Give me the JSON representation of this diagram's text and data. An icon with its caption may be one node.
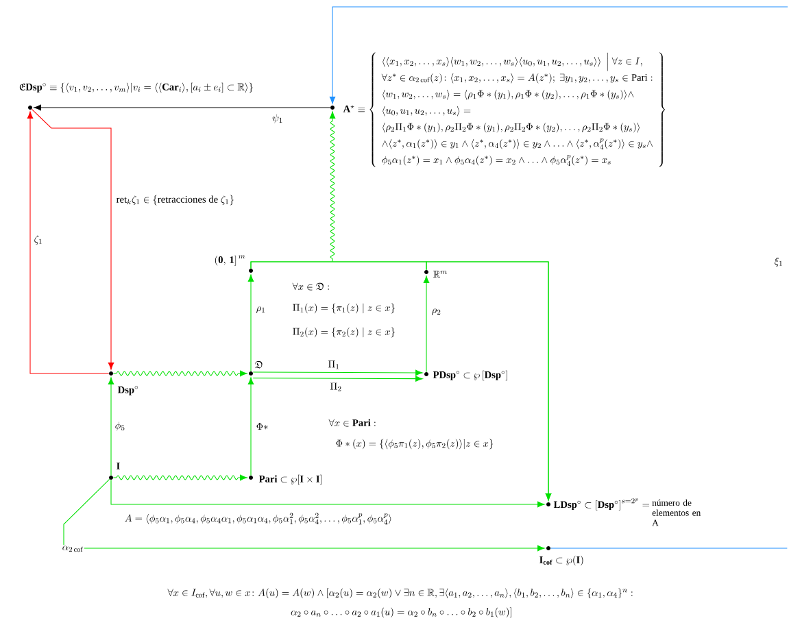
{
  "diagram": {
    "nodes": [
      {
        "text": [
          "\\mathfrak{E}\\mathbf{Dsp}^{\\circ}\\equiv\\left\\{\\left\\langle v_{1},v_{2},\\ldots,v_{m}\\right\\rangle \\middle| v_{i}=\\left\\langle\\langle\\mathbf{Car}_{i}\\rangle,[a_{i}\\pm e_{i}]\\subset\\mathbb{R}\\right\\rangle\\right\\}"
        ]
      },
      {
        "text": [
          "\\mathbf{A}^{\\star}\\equiv\\left\\{\\begin{array}{l}\\left\\langle\\langle x_1,x_2,\\ldots,x_s\\rangle\\langle w_1,w_2,\\ldots,w_s\\rangle\\langle u_0,u_1,u_2,\\ldots,u_s\\rangle\\right\\rangle\\;\\Big|\\;\\forall z\\in I,\\\\[5pt] \\forall z^{*}\\in\\alpha_{2\\,\\mathrm{cof}}(z)\\colon\\langle x_1,x_2,\\ldots,x_s\\rangle=A(z^{*});\\ \\exists y_1,y_2,\\ldots,y_s\\in\\mathrm{Pari}:\\\\[5pt] \\langle w_1,w_2,\\ldots,w_s\\rangle=\\langle\\rho_1\\Phi\\ast(y_1),\\rho_1\\Phi\\ast(y_2),\\ldots,\\rho_1\\Phi\\ast(y_s)\\rangle\\wedge\\\\[5pt] \\langle u_0,u_1,u_2,\\ldots,u_s\\rangle=\\\\[5pt] \\langle\\rho_2\\Pi_1\\Phi\\ast(y_1),\\rho_2\\Pi_2\\Phi\\ast(y_1),\\rho_2\\Pi_2\\Phi\\ast(y_2),\\ldots,\\rho_2\\Pi_2\\Phi\\ast(y_s)\\rangle\\\\[5pt] \\wedge\\langle z^{*},\\alpha_1(z^{*})\\rangle\\in y_1\\wedge\\langle z^{*},\\alpha_4(z^{*})\\rangle\\in y_2\\wedge\\ldots\\wedge\\langle z^{*},\\alpha_4^{p}(z^{*})\\rangle\\in y_s\\wedge\\\\[5pt] \\phi_5\\alpha_1(z^{*})=x_1\\wedge\\phi_5\\alpha_4(z^{*})=x_2\\wedge\\ldots\\wedge\\phi_5\\alpha_4^{p}(z^{*})=x_s\\end{array}\\right\\}"
        ]
      },
      {
        "text": [
          "\\mathbf{Dsp}^{\\circ}"
        ]
      },
      {
        "text": [
          "\\mathfrak{D}"
        ]
      },
      {
        "text": [
          "\\mathbf{(0,\\,1]}^{\\,m}"
        ]
      },
      {
        "text": [
          "\\mathbb{R}^{m}"
        ]
      },
      {
        "text": [
          "\\mathbf{PDsp}^{\\circ}\\subset\\wp\\left[\\mathbf{Dsp}^{\\circ}\\right]"
        ]
      },
      {
        "text": [
          "\\mathbf{I}"
        ]
      },
      {
        "text": [
          "\\mathbf{Pari}\\subset\\wp[\\mathbf{I}\\times\\mathbf{I}]"
        ]
      },
      {
        "text": [
          "\\mathbf{LDsp}^{\\circ}\\subset\\left[\\mathbf{Dsp}^{\\circ}\\right]^{s=2^{p}}=",
          "número de elementos en A"
        ]
      },
      {
        "text": [
          "\\mathbf{I}_{\\mathbf{cof}}\\subset\\wp(\\mathbf{I})"
        ]
      }
    ],
    "edges": [
      {
        "from": 1,
        "to": 0,
        "arrow": "to",
        "label": "\\psi_{1}",
        "color": "#000000"
      },
      {
        "from": 2,
        "to": 0,
        "arrow": "to",
        "label": "\\zeta_{1}",
        "color": "#ff0000"
      },
      {
        "from": 0,
        "to": 2,
        "arrow": "to",
        "label": "\\mathrm{ret}_{k}\\zeta_{1}\\in\\{\\text{retracciones de }\\zeta_{1}\\}",
        "color": "#ff0000"
      },
      {
        "from": 7,
        "to": 2,
        "arrow": "to",
        "label": "\\phi_{5}"
      },
      {
        "from": 2,
        "to": 3,
        "arrow": "to"
      },
      {
        "from": 8,
        "to": 3,
        "arrow": "to",
        "label": "\\Phi\\ast"
      },
      {
        "from": 7,
        "to": 8,
        "arrow": "to"
      },
      {
        "from": 3,
        "to": 4,
        "arrow": "to",
        "label": "\\rho_{1}"
      },
      {
        "from": 3,
        "to": 6,
        "arrow": "to",
        "label": "\\Pi_{1}"
      },
      {
        "from": 3,
        "to": 6,
        "arrow": "to",
        "label": "\\Pi_{2}"
      },
      {
        "from": 6,
        "to": 5,
        "arrow": "to",
        "label": "\\rho_{2}"
      },
      {
        "from": 4,
        "to": 9,
        "arrow": "to"
      },
      {
        "from": 5,
        "to": 9,
        "arrow": "to"
      },
      {
        "from": 4,
        "to": 1,
        "arrow": "to"
      },
      {
        "from": 5,
        "to": 1,
        "arrow": "to"
      },
      {
        "from": 7,
        "to": 9,
        "arrow": "to",
        "label": "A=\\langle\\phi_5\\alpha_1,\\phi_5\\alpha_4,\\phi_5\\alpha_4\\alpha_1,\\phi_5\\alpha_1\\alpha_4,\\phi_5\\alpha_1^{2},\\phi_5\\alpha_4^{2},\\ldots,\\phi_5\\alpha_1^{p},\\phi_5\\alpha_4^{p}\\rangle"
      },
      {
        "from": 7,
        "to": 10,
        "arrow": "to",
        "label": "\\alpha_{2\\,\\mathrm{cof}}"
      },
      {
        "from": 10,
        "to": null,
        "arrow": "none",
        "color": "#1e90ff"
      },
      {
        "from": null,
        "to": 1,
        "arrow": "to",
        "color": "#1e90ff"
      }
    ],
    "labels": [
      "\\forall x\\in\\mathfrak{D}:",
      "\\Pi_1(x)=\\{\\pi_1(z)\\mid z\\in x\\}",
      "\\Pi_2(x)=\\{\\pi_2(z)\\mid z\\in x\\}",
      "\\forall x\\in\\mathbf{Pari}:",
      "\\Phi\\ast(x)=\\left\\{\\langle\\phi_5\\pi_1(z),\\phi_5\\pi_2(z)\\rangle\\middle| z\\in x\\right\\}",
      "\\xi_{1}",
      "\\begin{array}{c}\\forall x\\in I_{\\mathrm{cof}},\\forall u,w\\in x\\colon A(u)=A(w)\\wedge\\left[\\alpha_2(u)=\\alpha_2(w)\\vee\\exists n\\in\\mathbb{R},\\exists\\langle a_1,a_2,\\ldots,a_n\\rangle,\\langle b_1,b_2,\\ldots,b_n\\rangle\\in\\{\\alpha_1,\\alpha_4\\}^{n}:\\right.\\\\[8pt] \\left.\\alpha_2\\circ a_n\\circ\\ldots\\circ a_2\\circ a_1(u)=\\alpha_2\\circ b_n\\circ\\ldots\\circ b_2\\circ b_1(w)\\right]\\end{array}"
    ]
  }
}
